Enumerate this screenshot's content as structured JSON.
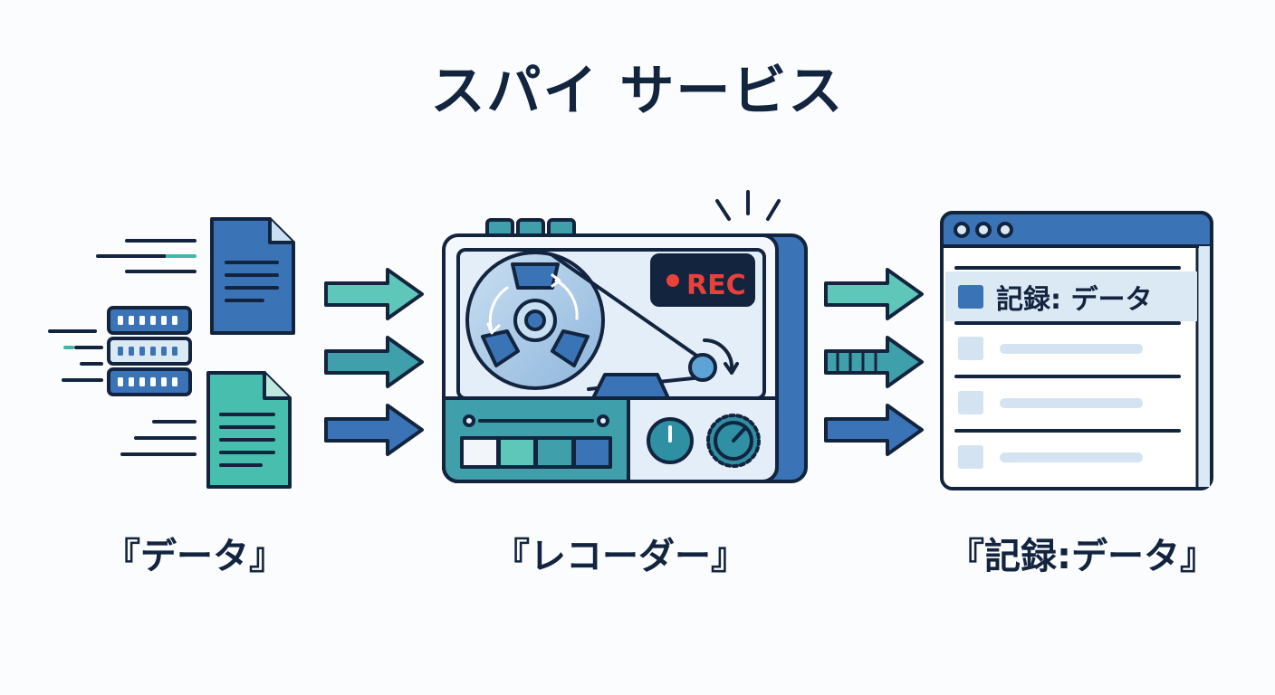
{
  "title": "スパイ サービス",
  "nodes": {
    "data": {
      "label": "『データ』"
    },
    "recorder": {
      "label": "『レコーダー』",
      "rec_badge": "REC"
    },
    "record": {
      "label": "『記録:データ』",
      "entry_label": "記録: データ"
    }
  },
  "colors": {
    "navy": "#13243f",
    "blue": "#3a74b7",
    "teal": "#3fb8a8",
    "light_blue": "#dbe9f5",
    "rec_red": "#e8413c"
  },
  "icons": [
    "document-icon",
    "server-icon",
    "tape-recorder-icon",
    "browser-window-icon",
    "arrow-right-icon"
  ]
}
